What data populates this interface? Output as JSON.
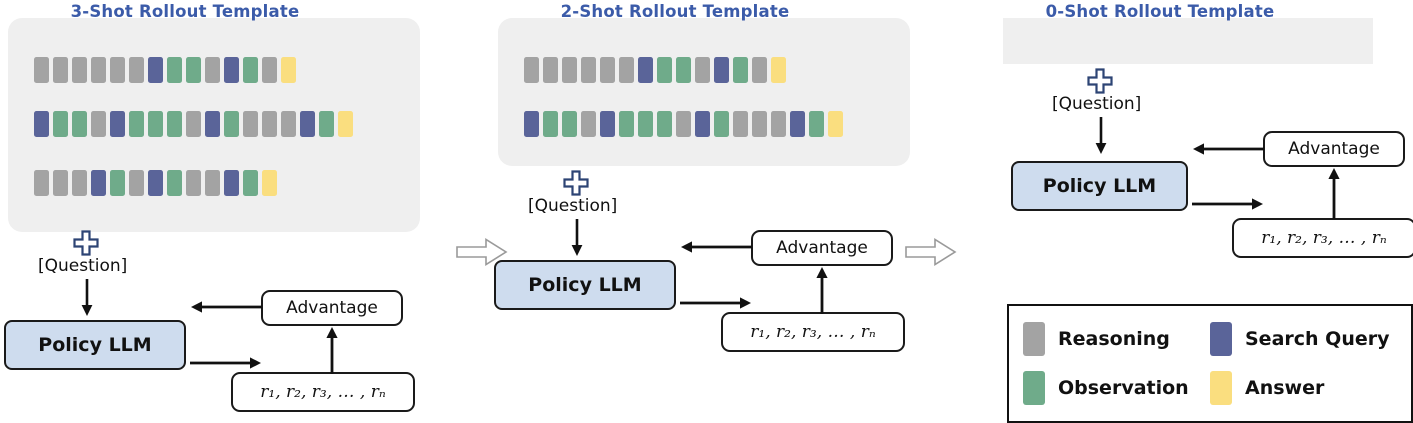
{
  "panels": [
    {
      "id": "three-shot",
      "title": "3-Shot Rollout Template",
      "rows": [
        [
          "reasoning",
          "reasoning",
          "reasoning",
          "reasoning",
          "reasoning",
          "reasoning",
          "query",
          "observation",
          "observation",
          "reasoning",
          "query",
          "observation",
          "reasoning",
          "answer"
        ],
        [
          "query",
          "observation",
          "observation",
          "reasoning",
          "query",
          "observation",
          "observation",
          "observation",
          "reasoning",
          "query",
          "observation",
          "reasoning",
          "reasoning",
          "reasoning",
          "query",
          "observation",
          "answer"
        ],
        [
          "reasoning",
          "reasoning",
          "reasoning",
          "query",
          "observation",
          "reasoning",
          "query",
          "observation",
          "reasoning",
          "reasoning",
          "query",
          "observation",
          "answer"
        ]
      ],
      "question_label": "[Question]",
      "policy_label": "Policy LLM",
      "advantage_label": "Advantage",
      "rewards_label": "r₁, r₂, r₃, … , rₙ"
    },
    {
      "id": "two-shot",
      "title": "2-Shot Rollout Template",
      "rows": [
        [
          "reasoning",
          "reasoning",
          "reasoning",
          "reasoning",
          "reasoning",
          "reasoning",
          "query",
          "observation",
          "observation",
          "reasoning",
          "query",
          "observation",
          "reasoning",
          "answer"
        ],
        [
          "query",
          "observation",
          "observation",
          "reasoning",
          "query",
          "observation",
          "observation",
          "observation",
          "reasoning",
          "query",
          "observation",
          "reasoning",
          "reasoning",
          "reasoning",
          "query",
          "observation",
          "answer"
        ]
      ],
      "question_label": "[Question]",
      "policy_label": "Policy LLM",
      "advantage_label": "Advantage",
      "rewards_label": "r₁, r₂, r₃, … , rₙ"
    },
    {
      "id": "zero-shot",
      "title": "0-Shot Rollout Template",
      "rows": [],
      "question_label": "[Question]",
      "policy_label": "Policy LLM",
      "advantage_label": "Advantage",
      "rewards_label": "r₁, r₂, r₃, … , rₙ"
    }
  ],
  "legend": {
    "items": [
      {
        "label": "Reasoning",
        "color": "#a3a3a3",
        "key": "reasoning"
      },
      {
        "label": "Search Query",
        "color": "#5a6499",
        "key": "query"
      },
      {
        "label": "Observation",
        "color": "#6fab8a",
        "key": "observation"
      },
      {
        "label": "Answer",
        "color": "#fade7f",
        "key": "answer"
      }
    ]
  },
  "colors": {
    "reasoning": "#a3a3a3",
    "query": "#5a6499",
    "observation": "#6fab8a",
    "answer": "#fade7f",
    "title": "#3b5ba9",
    "policy_box": "#cedcee",
    "panel_bg": "#efefef"
  }
}
